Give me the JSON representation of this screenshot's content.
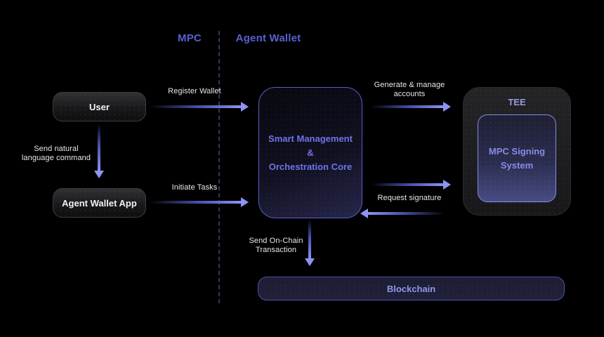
{
  "headers": {
    "mpc": "MPC",
    "agent_wallet": "Agent Wallet"
  },
  "nodes": {
    "user": {
      "label": "User"
    },
    "agent_wallet_app": {
      "label": "Agent Wallet App"
    },
    "core": {
      "line1": "Smart Management",
      "line2": "&",
      "line3": "Orchestration Core"
    },
    "tee": {
      "label": "TEE"
    },
    "mpc_signing": {
      "line1": "MPC Signing",
      "line2": "System"
    },
    "blockchain": {
      "label": "Blockchain"
    }
  },
  "edges": {
    "send_natural": {
      "line1": "Send natural",
      "line2": "language command"
    },
    "register_wallet": {
      "label": "Register Wallet"
    },
    "initiate_tasks": {
      "label": "Initiate Tasks"
    },
    "generate_accounts": {
      "line1": "Generate & manage",
      "line2": "accounts"
    },
    "request_signature": {
      "label": "Request signature"
    },
    "send_onchain": {
      "line1": "Send On-Chain",
      "line2": "Transaction"
    }
  },
  "colors": {
    "background": "#000000",
    "header_accent": "#5860d2",
    "core_text": "#6d74e8",
    "tee_label": "#959ade",
    "signing_text": "#868ce8",
    "blockchain_text": "#8f96ea",
    "arrow": "#8d94f2",
    "edge_label_text": "#e8e8e8",
    "dashed_divider": "#34345e",
    "dark_node_border": "#3e3e42",
    "core_border": "#575dd0"
  }
}
